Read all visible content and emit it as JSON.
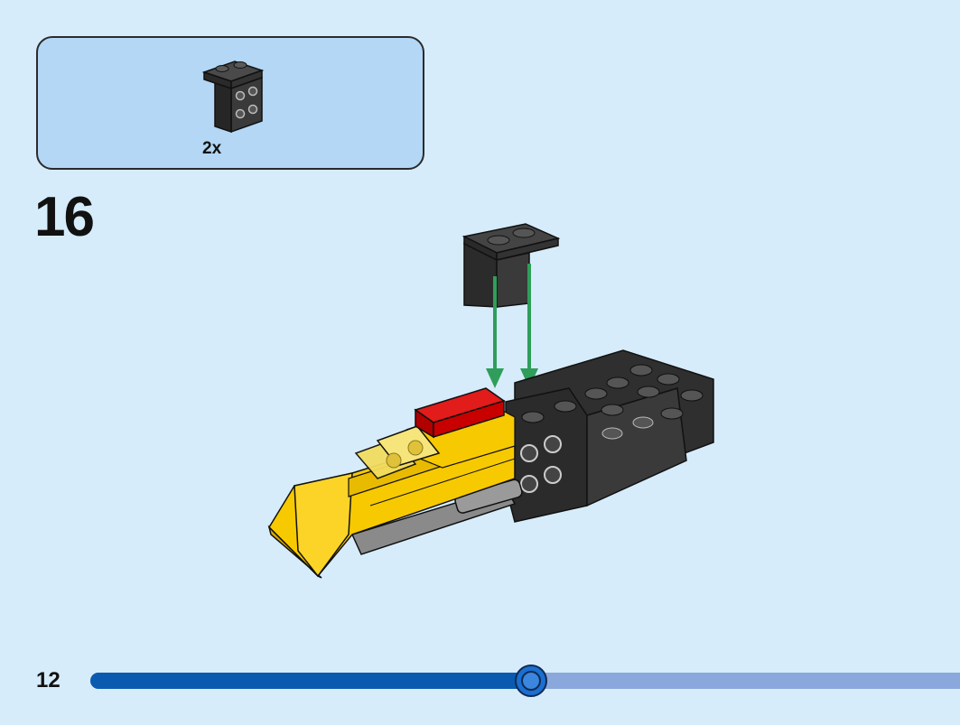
{
  "parts_list": {
    "items": [
      {
        "icon": "black-bracket-brick-icon",
        "quantity": "2x"
      }
    ]
  },
  "step": {
    "number": "16"
  },
  "page": {
    "number": "12"
  },
  "progress": {
    "fraction": 0.507
  },
  "colors": {
    "page_background": "#d6ecfb",
    "parts_box": "#b3d7f5",
    "brick_black": "#2f2f2f",
    "brick_yellow": "#f7c900",
    "brick_red": "#d10000",
    "arrow_green": "#2f9e5a",
    "progress_done": "#0a5bb0",
    "progress_remaining": "#8aa8db"
  }
}
